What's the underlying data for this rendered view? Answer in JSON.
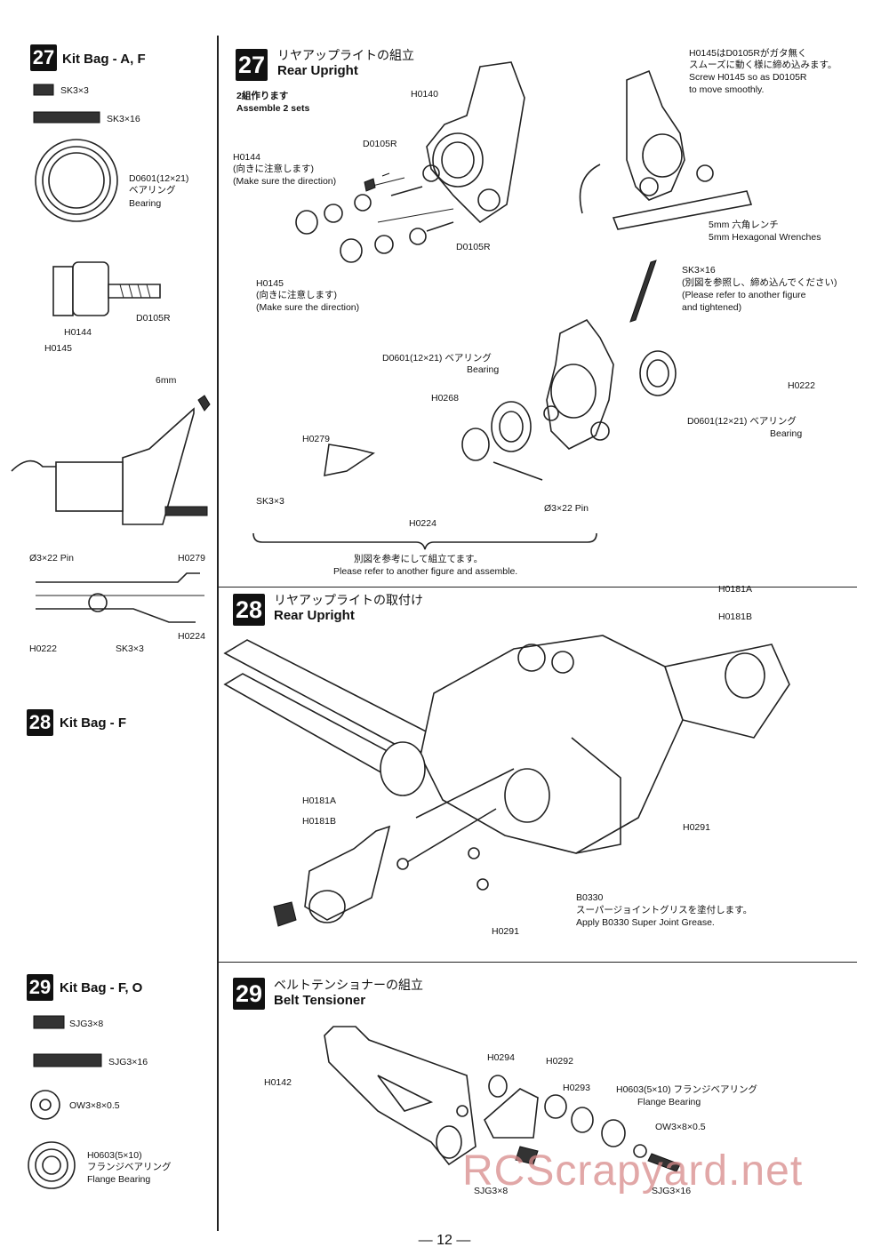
{
  "page_number": "— 12 —",
  "watermark": "RCScrapyard.net",
  "sidebar": {
    "kit27": {
      "number": "27",
      "title": "Kit Bag - A, F",
      "parts": [
        "SK3×3",
        "SK3×16",
        "D0601(12×21)",
        "ベアリング",
        "Bearing"
      ],
      "detail_labels": [
        "D0105R",
        "H0144",
        "H0145",
        "6mm"
      ],
      "pin_labels": [
        "Ø3×22 Pin",
        "H0279",
        "H0224",
        "H0222",
        "SK3×3"
      ]
    },
    "kit28": {
      "number": "28",
      "title": "Kit Bag - F"
    },
    "kit29": {
      "number": "29",
      "title": "Kit Bag - F, O",
      "parts": [
        "SJG3×8",
        "SJG3×16",
        "OW3×8×0.5",
        "H0603(5×10)",
        "フランジベアリング",
        "Flange Bearing"
      ]
    }
  },
  "step27": {
    "number": "27",
    "title_jp": "リヤアップライトの組立",
    "title_en": "Rear Upright",
    "assemble_jp": "2組作ります",
    "assemble_en": "Assemble 2 sets",
    "labels": {
      "h0140": "H0140",
      "d0105r_a": "D0105R",
      "d0105r_b": "D0105R",
      "h0144": "H0144",
      "h0144_jp": "(向きに注意します)",
      "h0144_en": "(Make sure the direction)",
      "h0145": "H0145",
      "h0145_jp": "(向きに注意します)",
      "h0145_en": "(Make sure the direction)",
      "note_jp1": "H0145はD0105Rがガタ無く",
      "note_jp2": "スムーズに動く様に締め込みます。",
      "note_en1": "Screw H0145 so as D0105R",
      "note_en2": "to move smoothly.",
      "wrench_jp": "5mm 六角レンチ",
      "wrench_en": "5mm Hexagonal Wrenches",
      "sk3x16": "SK3×16",
      "sk3x16_jp": "(別図を参照し、締め込んでください)",
      "sk3x16_en1": "(Please refer to another figure",
      "sk3x16_en2": "and tightened)",
      "d0601_a": "D0601(12×21) ベアリング",
      "bearing_a": "Bearing",
      "d0601_b": "D0601(12×21) ベアリング",
      "bearing_b": "Bearing",
      "h0222": "H0222",
      "h0268": "H0268",
      "h0279": "H0279",
      "sk3x3": "SK3×3",
      "h0224": "H0224",
      "pin": "Ø3×22 Pin",
      "ref_jp": "別図を参考にして組立てます。",
      "ref_en": "Please refer to another figure and assemble."
    }
  },
  "step28": {
    "number": "28",
    "title_jp": "リヤアップライトの取付け",
    "title_en": "Rear Upright",
    "labels": {
      "h0181a_r": "H0181A",
      "h0181b_r": "H0181B",
      "h0181a_l": "H0181A",
      "h0181b_l": "H0181B",
      "h0291_r": "H0291",
      "h0291_l": "H0291",
      "b0330": "B0330",
      "grease_jp": "スーパージョイントグリスを塗付します。",
      "grease_en": "Apply B0330 Super Joint Grease."
    }
  },
  "step29": {
    "number": "29",
    "title_jp": "ベルトテンショナーの組立",
    "title_en": "Belt Tensioner",
    "labels": {
      "h0142": "H0142",
      "h0294": "H0294",
      "h0292": "H0292",
      "h0293": "H0293",
      "h0603": "H0603(5×10) フランジベアリング",
      "flange": "Flange Bearing",
      "ow": "OW3×8×0.5",
      "sjg3x8": "SJG3×8",
      "sjg3x16": "SJG3×16"
    }
  }
}
